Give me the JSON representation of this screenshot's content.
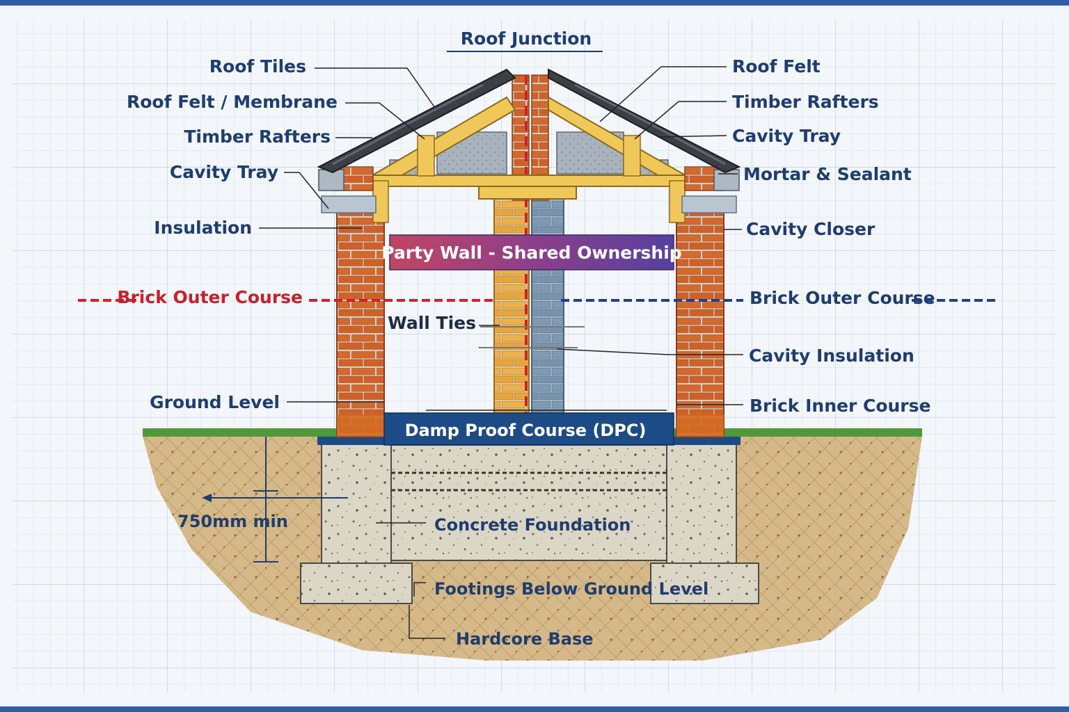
{
  "title": "Roof Junction",
  "left_labels": {
    "roof_tiles": "Roof Tiles",
    "roof_felt_membrane": "Roof Felt / Membrane",
    "timber_rafters": "Timber Rafters",
    "cavity_tray": "Cavity Tray",
    "insulation": "Insulation",
    "brick_outer_course": "Brick Outer Course",
    "wall_ties": "Wall Ties",
    "ground_level": "Ground Level"
  },
  "right_labels": {
    "roof_felt": "Roof Felt",
    "timber_rafters": "Timber Rafters",
    "cavity_tray": "Cavity Tray",
    "mortar_sealant": "Mortar & Sealant",
    "cavity_closer": "Cavity Closer",
    "brick_outer_course": "Brick Outer Course",
    "cavity_insulation": "Cavity Insulation",
    "brick_inner_course": "Brick Inner Course"
  },
  "center_labels": {
    "party_wall": "Party Wall - Shared Ownership",
    "dpc": "Damp Proof Course (DPC)",
    "concrete_foundation": "Concrete Foundation",
    "footings": "Footings Below Ground Level",
    "hardcore_base": "Hardcore Base"
  },
  "dimension": {
    "depth": "750mm min"
  },
  "colors": {
    "label_navy": "#1f3d6e",
    "brick": "#d4692e",
    "timber": "#f0c85a",
    "red_line": "#d11f2a",
    "blue_line": "#1f3f8a",
    "grid": "#c9d6e6",
    "dpc": "#1d4b86"
  }
}
